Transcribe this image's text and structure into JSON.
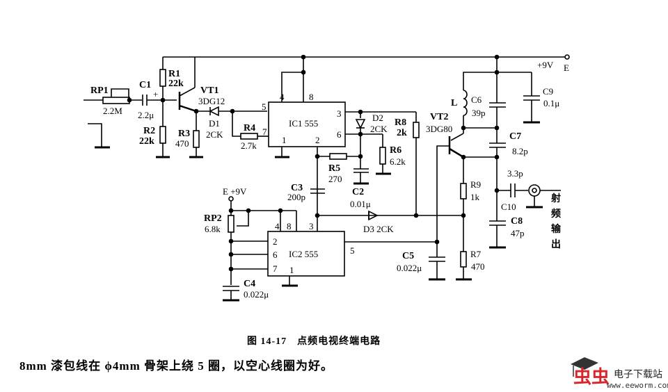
{
  "components": {
    "RP1": {
      "name": "RP1",
      "value": "2.2M"
    },
    "C1": {
      "name": "C1",
      "value": "2.2μ"
    },
    "R1": {
      "name": "R1",
      "value": "22k"
    },
    "R2": {
      "name": "R2",
      "value": "22k"
    },
    "R3": {
      "name": "R3",
      "value": "470"
    },
    "VT1": {
      "name": "VT1",
      "value": "3DG12"
    },
    "D1": {
      "name": "D1",
      "value": "2CK"
    },
    "R4": {
      "name": "R4",
      "value": "2.7k"
    },
    "IC1": {
      "name": "IC1 555"
    },
    "D2": {
      "name": "D2",
      "value": "2CK"
    },
    "R8": {
      "name": "R8",
      "value": "2k"
    },
    "R6": {
      "name": "R6",
      "value": "6.2k"
    },
    "R5": {
      "name": "R5",
      "value": "270"
    },
    "C2": {
      "name": "C2",
      "value": "0.01μ"
    },
    "C3": {
      "name": "C3",
      "value": "200p"
    },
    "D3": {
      "name": "D3 2CK"
    },
    "RP2": {
      "name": "RP2",
      "value": "6.8k"
    },
    "IC2": {
      "name": "IC2 555"
    },
    "C4": {
      "name": "C4",
      "value": "0.022μ"
    },
    "C5": {
      "name": "C5",
      "value": "0.022μ"
    },
    "L": {
      "name": "L"
    },
    "C6": {
      "name": "C6",
      "value": "39p"
    },
    "C9": {
      "name": "C9",
      "value": "0.1μ"
    },
    "VT2": {
      "name": "VT2",
      "value": "3DG80"
    },
    "C7": {
      "name": "C7",
      "value": "8.2p"
    },
    "R9": {
      "name": "R9",
      "value": "1k"
    },
    "R7": {
      "name": "R7",
      "value": "470"
    },
    "C10": {
      "name": "C10",
      "value": "3.3p"
    },
    "C8": {
      "name": "C8",
      "value": "47p"
    }
  },
  "pins": {
    "ic1": [
      "4",
      "8",
      "5",
      "7",
      "1",
      "2",
      "3",
      "6"
    ],
    "ic2": [
      "4",
      "8",
      "3",
      "2",
      "6",
      "7",
      "1",
      "5"
    ]
  },
  "supply": {
    "top": "+9V",
    "top_node": "E",
    "ic2": "E +9V"
  },
  "output_label": [
    "射",
    "频",
    "输",
    "出"
  ],
  "caption": "图 14-17　点频电视终端电路",
  "note": "8mm 漆包线在 ϕ4mm 骨架上绕 5 圈，以空心线圈为好。",
  "watermark": {
    "brand": "虫虫",
    "text": "电子下载站",
    "url": "www.eeworm.com"
  }
}
